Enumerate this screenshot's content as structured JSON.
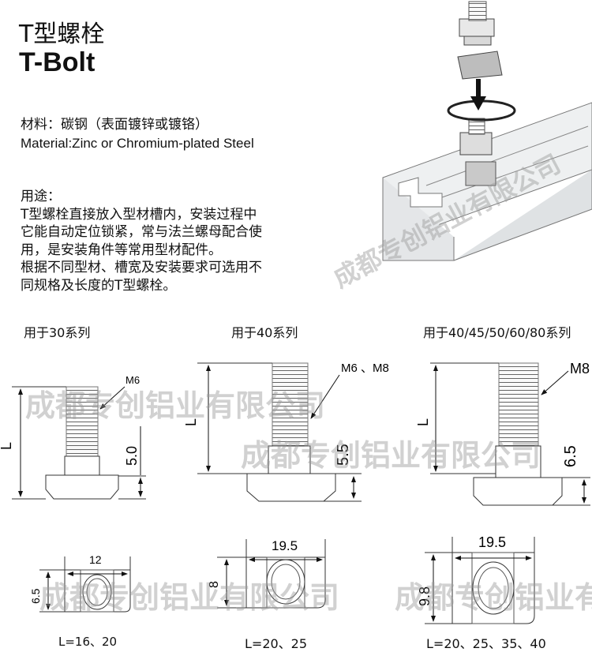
{
  "title": {
    "cn": "T型螺栓",
    "en": "T-Bolt"
  },
  "material": {
    "cn": "材料：碳钢（表面镀锌或镀铬）",
    "en": "Material:Zinc  or Chromium-plated Steel"
  },
  "usage": {
    "heading": "用途：",
    "lines": [
      "T型螺栓直接放入型材槽内，安装过程中",
      "它能自动定位锁紧，常与法兰螺母配合使",
      "用，是安装角件等常用型材配件。",
      "根据不同型材、槽宽及安装要求可选用不",
      "同规格及长度的T型螺栓。"
    ]
  },
  "watermark": "成都专创铝业有限公司",
  "columns": [
    {
      "series": "用于30系列",
      "thread": "M6",
      "length_symbol": "L",
      "head_height": "5.0",
      "width": "12",
      "height": "6.5",
      "lengths": "L=16、20"
    },
    {
      "series": "用于40系列",
      "thread": "M6 、M8",
      "length_symbol": "L",
      "head_height": "5.5",
      "width": "19.5",
      "height": "8",
      "lengths": "L=20、25"
    },
    {
      "series": "用于40/45/50/60/80系列",
      "thread": "M8",
      "length_symbol": "L",
      "head_height": "6.5",
      "width": "19.5",
      "height": "9.8",
      "lengths": "L=20、25、35、40"
    }
  ]
}
